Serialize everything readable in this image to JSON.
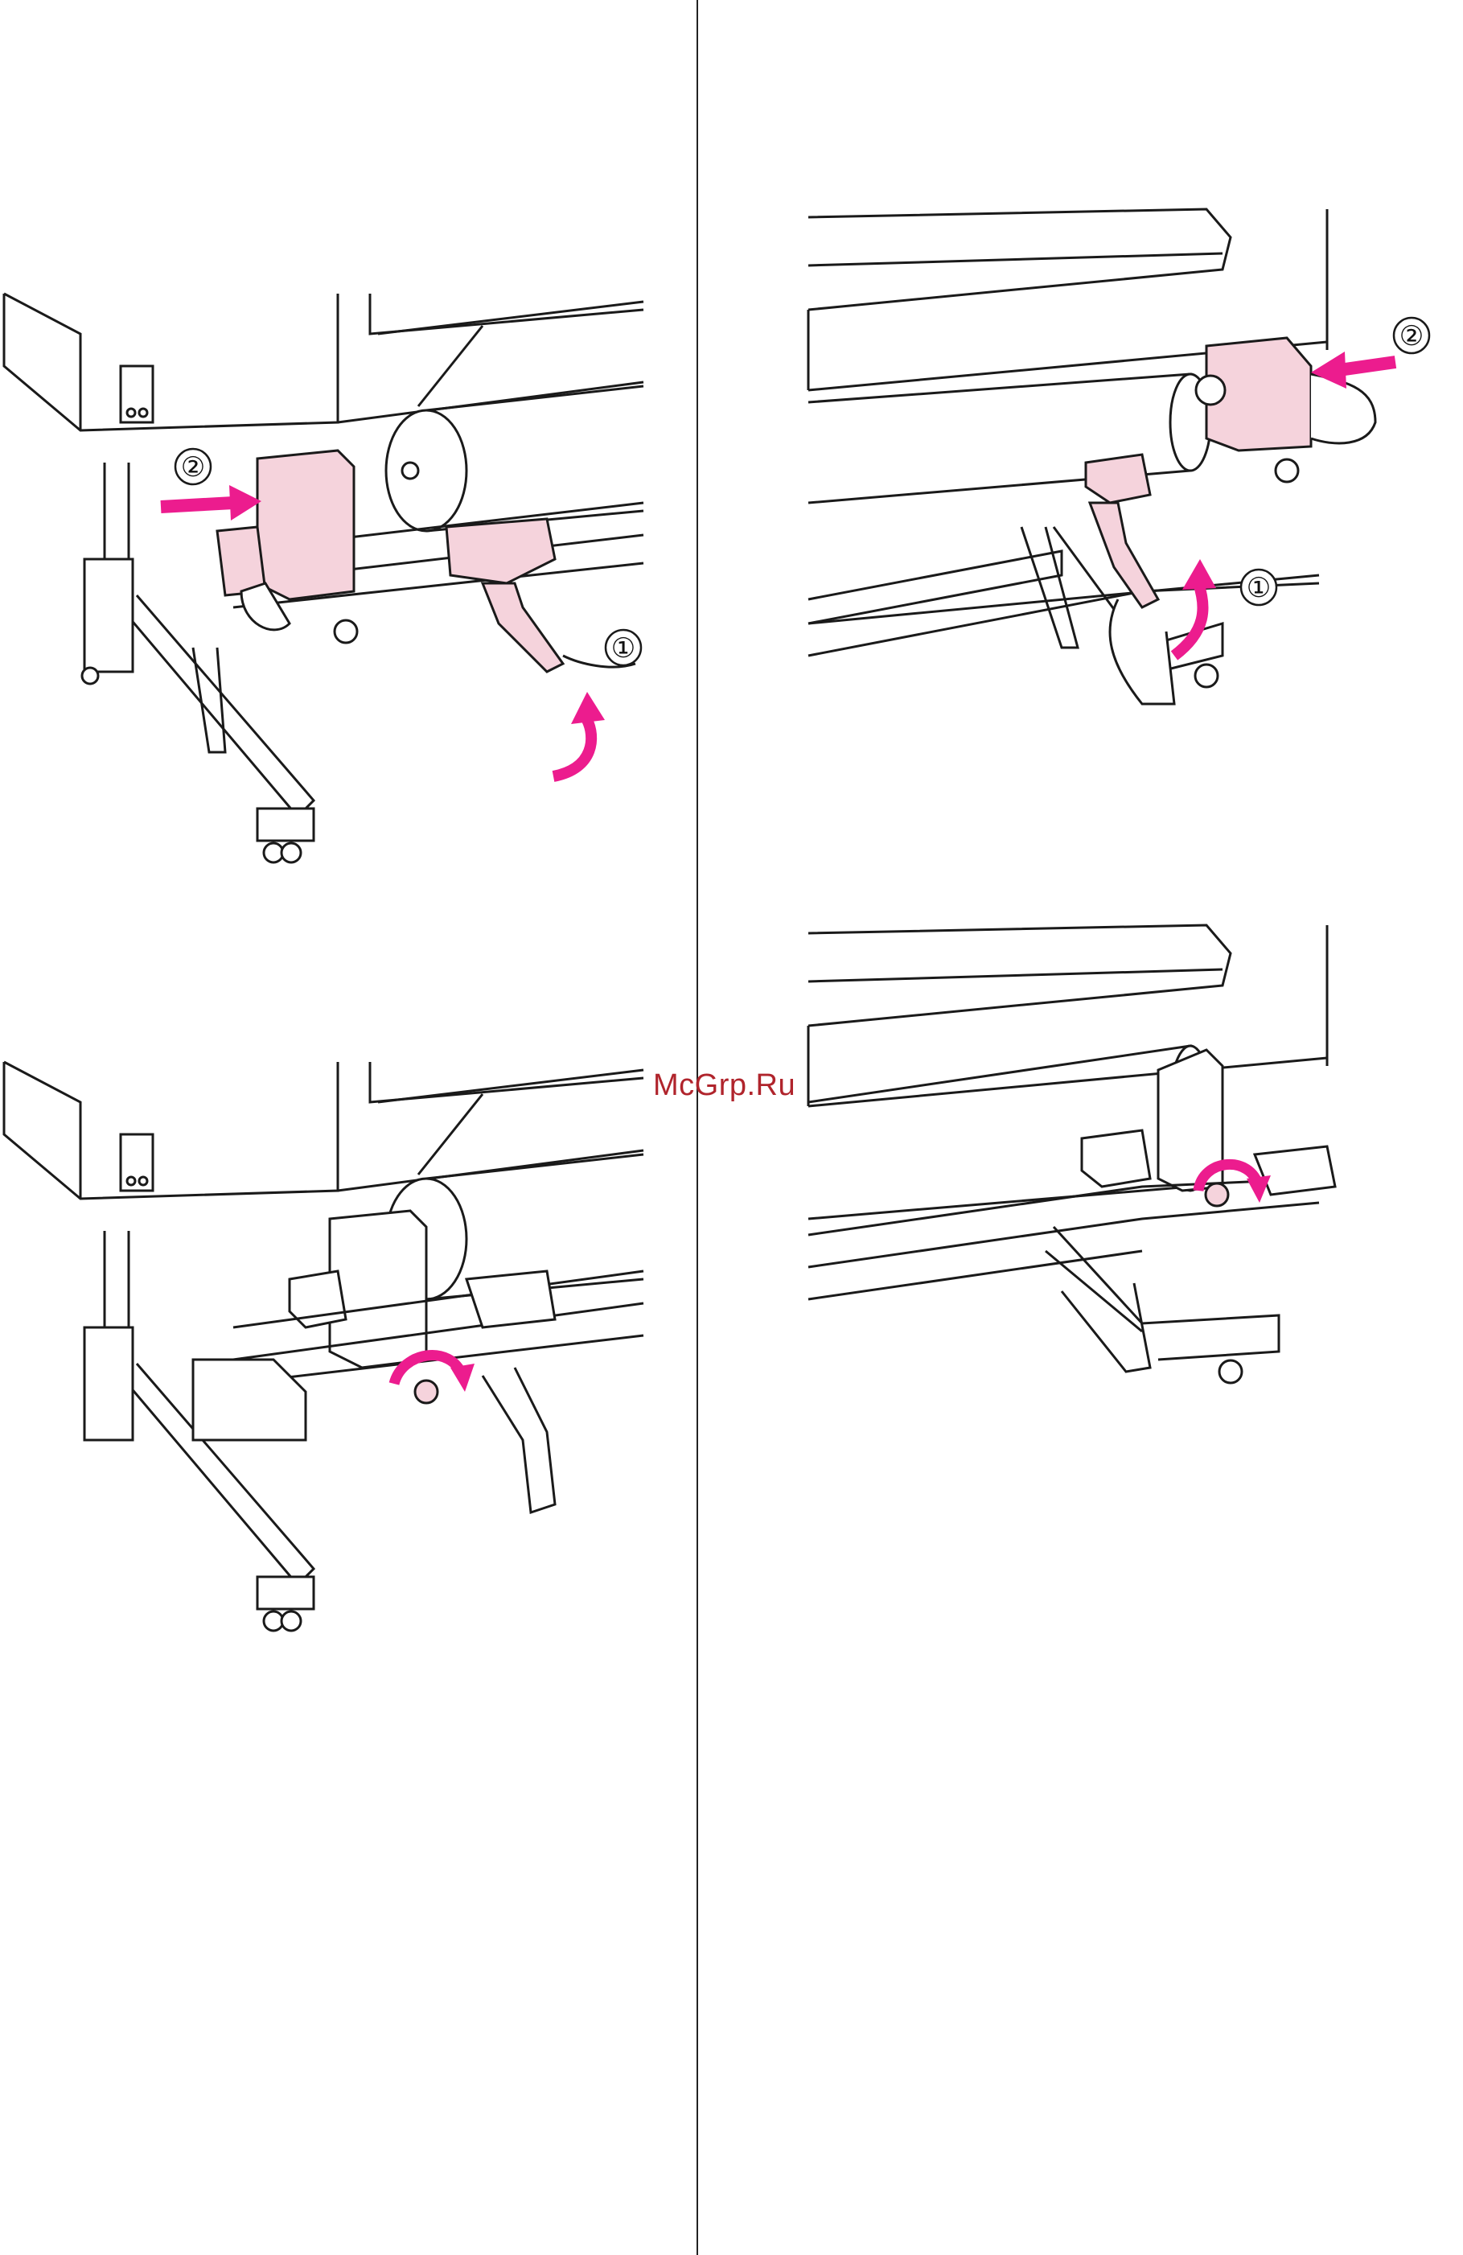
{
  "panels": [
    {
      "id": "step-1-left-top",
      "callouts": [
        "①",
        "②"
      ]
    },
    {
      "id": "step-2-right-top",
      "callouts": [
        "①",
        "②"
      ]
    },
    {
      "id": "step-3-left-bottom",
      "callouts": []
    },
    {
      "id": "step-4-right-bottom",
      "callouts": []
    }
  ],
  "watermark": "McGrp.Ru",
  "colors": {
    "accent_pink": "#ec1c8e",
    "part_pink": "#f5d3dc",
    "line": "#1a1a1a",
    "paper": "#ffffff"
  },
  "icons": [
    "push-arrow-icon",
    "lift-arrow-icon",
    "rotate-arrow-icon",
    "circled-one-icon",
    "circled-two-icon"
  ]
}
